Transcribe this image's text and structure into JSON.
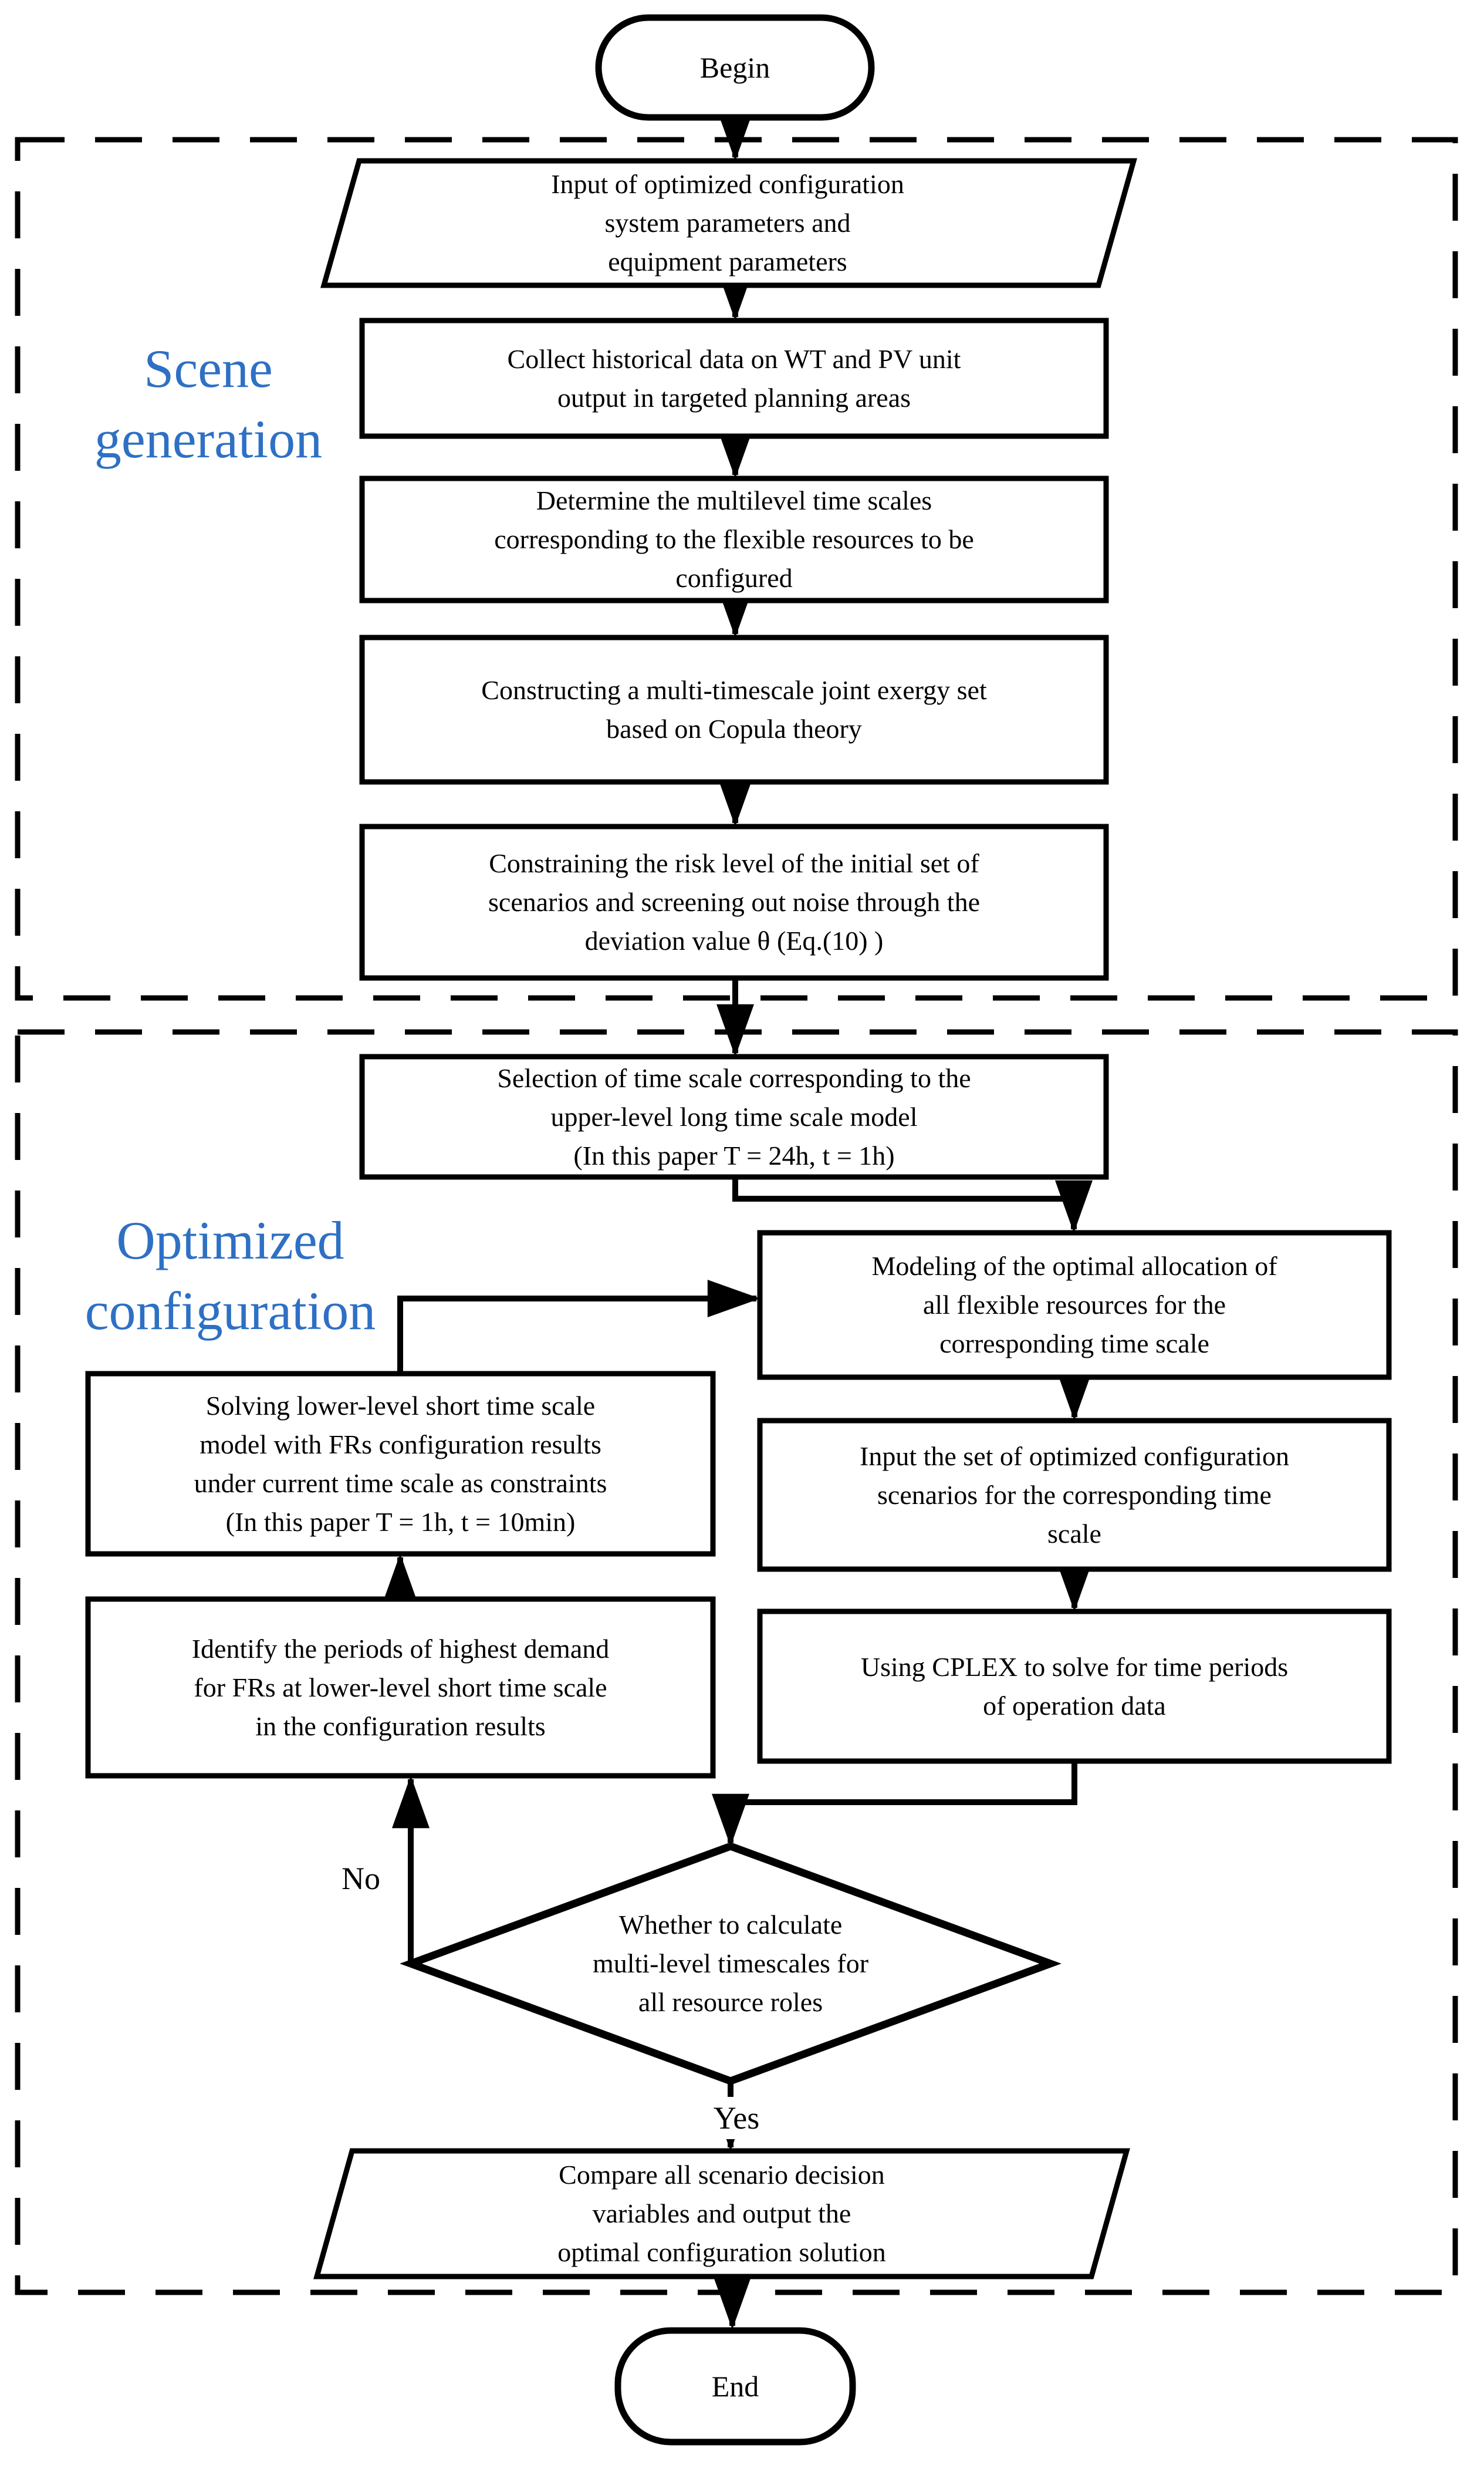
{
  "regions": {
    "scene_generation": {
      "label": "Scene\ngeneration"
    },
    "optimized_configuration": {
      "label": "Optimized\nconfiguration"
    }
  },
  "nodes": {
    "begin": {
      "label": "Begin",
      "type": "terminator"
    },
    "input_params": {
      "label": "Input of optimized configuration\nsystem parameters and\nequipment parameters",
      "type": "io-parallelogram"
    },
    "collect_data": {
      "label": "Collect historical data on WT and PV unit\noutput in targeted planning areas",
      "type": "process"
    },
    "determine_timescales": {
      "label": "Determine the multilevel time scales\ncorresponding to the flexible resources to be\nconfigured",
      "type": "process"
    },
    "construct_exergy": {
      "label": "Constructing a multi-timescale joint exergy set\nbased on Copula theory",
      "type": "process"
    },
    "constrain_risk": {
      "label": "Constraining the risk level of the initial set of\nscenarios and screening out noise through the\ndeviation value θ (Eq.(10) )",
      "type": "process"
    },
    "select_timescale": {
      "label": "Selection of time scale corresponding to the\nupper-level long time scale model\n(In this paper T = 24h, t = 1h)",
      "type": "process"
    },
    "modeling_allocation": {
      "label": "Modeling of the optimal allocation of\nall flexible resources for the\ncorresponding time scale",
      "type": "process"
    },
    "input_scenarios": {
      "label": "Input the set of optimized configuration\nscenarios for the corresponding time\nscale",
      "type": "process"
    },
    "cplex_solve": {
      "label": "Using CPLEX to solve for time periods\nof operation data",
      "type": "process"
    },
    "solve_lower": {
      "label": "Solving lower-level short time scale\nmodel with FRs configuration results\nunder current time scale as constraints\n(In this paper T = 1h, t = 10min)",
      "type": "process"
    },
    "identify_periods": {
      "label": "Identify the periods of highest demand\nfor FRs at lower-level short time scale\nin the configuration results",
      "type": "process"
    },
    "decision": {
      "label": "Whether to calculate\nmulti-level timescales for\nall resource roles",
      "type": "decision-diamond"
    },
    "compare_output": {
      "label": "Compare all scenario decision\nvariables and output the\noptimal configuration solution",
      "type": "io-parallelogram"
    },
    "end": {
      "label": "End",
      "type": "terminator"
    }
  },
  "edge_labels": {
    "no": "No",
    "yes": "Yes"
  },
  "colors": {
    "region_label": "#2E70C4",
    "stroke": "#000000",
    "background": "#FFFFFF"
  }
}
